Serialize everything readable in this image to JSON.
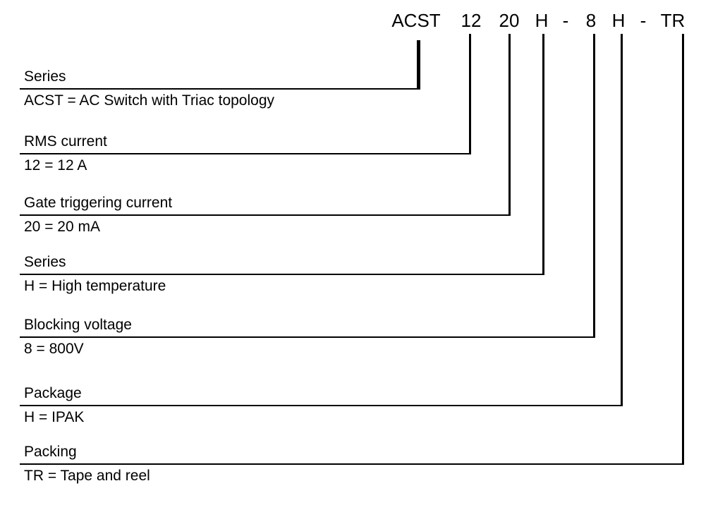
{
  "part_number": {
    "tokens": [
      "ACST",
      "12",
      "20",
      "H",
      "-",
      "8",
      "H",
      "-",
      "TR"
    ]
  },
  "legend": [
    {
      "label": "Series",
      "value": "ACST = AC Switch with Triac topology"
    },
    {
      "label": "RMS current",
      "value": "12 = 12 A"
    },
    {
      "label": "Gate triggering current",
      "value": "20 = 20 mA"
    },
    {
      "label": "Series",
      "value": "H = High temperature"
    },
    {
      "label": "Blocking voltage",
      "value": "8 = 800V"
    },
    {
      "label": "Package",
      "value": "H = IPAK"
    },
    {
      "label": "Packing",
      "value": "TR = Tape and reel"
    }
  ],
  "colors": {
    "background": "#ffffff",
    "text": "#000000",
    "line": "#000000"
  }
}
